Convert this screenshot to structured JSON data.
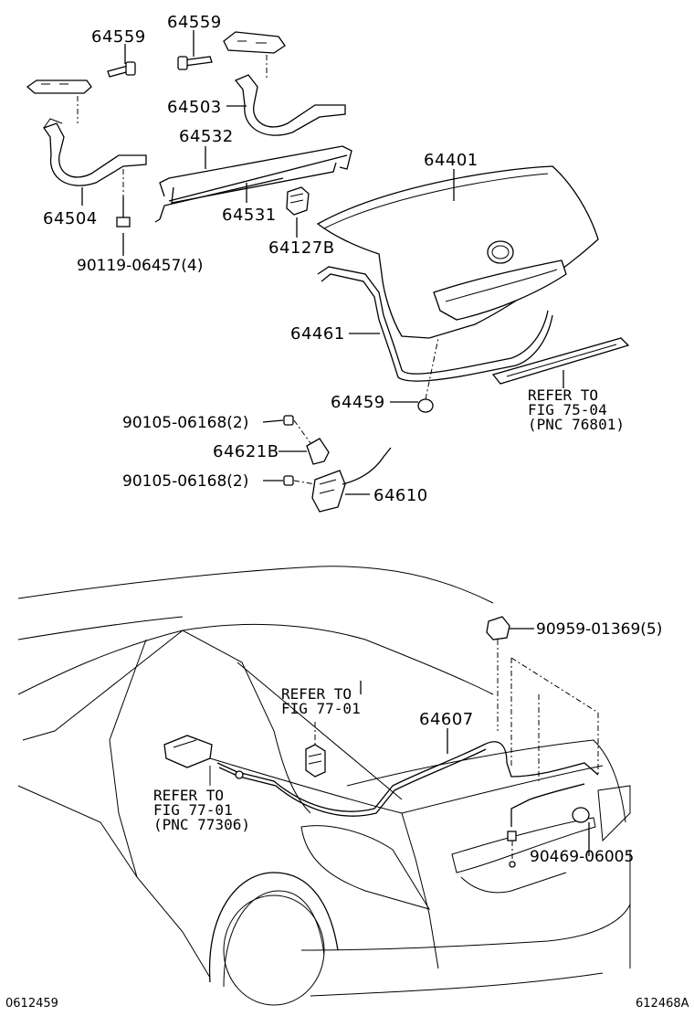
{
  "parts": {
    "p64559_left": "64559",
    "p64559_right": "64559",
    "p64503": "64503",
    "p64532": "64532",
    "p64504": "64504",
    "p64531": "64531",
    "p64401": "64401",
    "p64127B": "64127B",
    "p90119": "90119-06457(4)",
    "p64461": "64461",
    "p64459": "64459",
    "p90105_a": "90105-06168(2)",
    "p64621B": "64621B",
    "p90105_b": "90105-06168(2)",
    "p64610": "64610",
    "p90959": "90959-01369(5)",
    "p64607": "64607",
    "p90469": "90469-06005"
  },
  "refs": {
    "r1": {
      "line1": "REFER TO",
      "line2": "FIG 75-04",
      "line3": "(PNC 76801)"
    },
    "r2": {
      "line1": "REFER TO",
      "line2": "FIG 77-01"
    },
    "r3": {
      "line1": "REFER TO",
      "line2": "FIG 77-01",
      "line3": "(PNC 77306)"
    }
  },
  "footer": {
    "left_code": "0612459",
    "right_code": "612468A"
  }
}
